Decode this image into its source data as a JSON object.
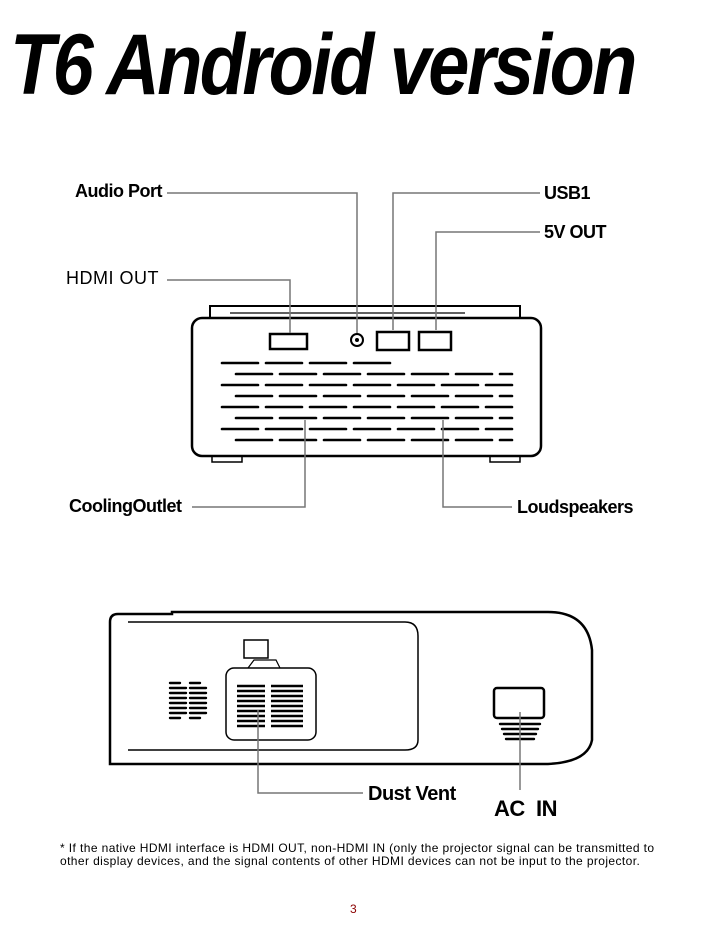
{
  "title": "T6 Android version",
  "labels": {
    "audio_port": "Audio Port",
    "usb1": "USB1",
    "five_v_out": "5V OUT",
    "hdmi_out": "HDMI OUT",
    "cooling_outlet": "CoolingOutlet",
    "loudspeakers": "Loudspeakers",
    "dust_vent": "Dust Vent",
    "ac_in": "AC  IN"
  },
  "footnote": "* If the native HDMI interface is HDMI OUT, non-HDMI IN (only the projector signal can be transmitted to other display devices, and the signal contents of other HDMI devices can not be input to the projector.",
  "page_number": "3"
}
